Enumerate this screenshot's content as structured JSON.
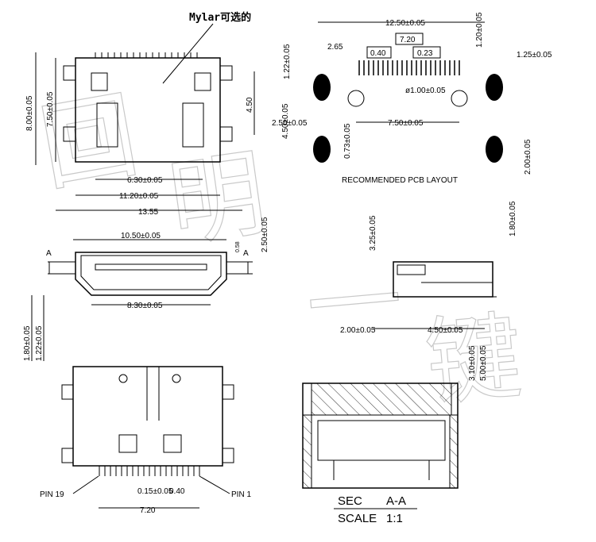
{
  "title_note": "Mylar可选的",
  "top_left": {
    "dims": [
      "8.00±0.05",
      "7.50±0.05",
      "4.50",
      "6.30±0.05",
      "11.20±0.05",
      "13.55"
    ]
  },
  "front_view": {
    "dims": [
      "10.50±0.05",
      "0.58",
      "2.50±0.05",
      "8.30±0.05",
      "1.80±0.05",
      "1.22±0.05"
    ],
    "section_marks": [
      "A",
      "A"
    ]
  },
  "bottom_view": {
    "pin_labels": [
      "PIN 19",
      "PIN 1"
    ],
    "dims": [
      "0.15±0.05",
      "0.40",
      "7.20"
    ]
  },
  "pcb_layout": {
    "dims": [
      "12.50±0.05",
      "1.22±0.05",
      "2.65",
      "7.20",
      "0.40",
      "0.23",
      "1.20±0.05",
      "1.25±0.05",
      "ø1.00±0.05",
      "4.50±0.05",
      "2.50±0.05",
      "7.50±0.05",
      "0.73±0.05",
      "2.00±0.05",
      "1.80±0.05"
    ],
    "caption": "RECOMMENDED PCB LAYOUT"
  },
  "side_view": {
    "dims": [
      "3.25±0.05",
      "2.00±0.05",
      "4.50±0.05",
      "3.10±0.05",
      "5.00±0.05"
    ]
  },
  "section": {
    "label_left": "SEC",
    "label_right": "A-A",
    "scale_label": "SCALE",
    "scale_value": "1:1"
  },
  "watermark": "回明一键"
}
